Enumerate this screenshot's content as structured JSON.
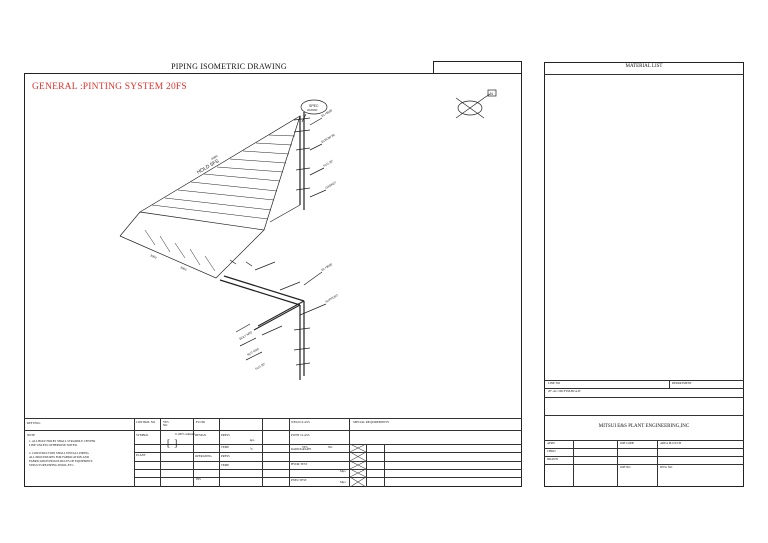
{
  "header": {
    "title": "PIPING ISOMETRIC DRAWING",
    "system_title": "GENERAL :PINTING SYSTEM 20FS"
  },
  "material_list": {
    "title": "MATERIAL LIST",
    "line_no_label": "LINE NO",
    "line_no_value": "20\"-AC-500-FTM-BCA-H",
    "department_label": "DEPARTMENT",
    "company": "MITSUI E&S PLANT ENGINEERING,INC",
    "appd_label": "APPD",
    "chkd_label": "CHKD",
    "drawn_label": "DRAWN",
    "job_code_label": "JOB CODE",
    "area_plot_label": "AREA PLOT/CB",
    "job_no_label": "JOB NO",
    "dwg_no_label": "DWG NO"
  },
  "title_block": {
    "ref_dwg": "REF DWG",
    "control_no": "CONTROL NO",
    "yes_no": "YES\nNO",
    "fluid": "FLUID",
    "weld_class": "WELD CLASS",
    "special_requirements": "SPECIAL REQUIREMENTS",
    "symbol": "SYMBOL",
    "design": "DESIGN",
    "press": "PRESS",
    "kpa": "kpa",
    "pwht_class": "PWHT CLASS",
    "temp": "TEMP",
    "deg_c": "°C",
    "radiograph": "RADIOGRAPH",
    "yes": "YES",
    "no": "NO",
    "percent_note": "0-100% sampler",
    "operating": "OPERATING",
    "hydr_test": "HYDR TEST",
    "mpa": "Mpa",
    "pneu_test": "PNEU TEST",
    "plant": "PLANT",
    "ins": "INS",
    "note_title": "NOTE",
    "notes": [
      "1.   ALL BOLT HOLES SHALL STRADDLE CENTER",
      "      LINE UNLESS OTHERWISE NOTED.",
      "2.   CONSTRUCTION SHALL INSTALL PIPING",
      "      ALL PROCEDURES FOR FABRICATION AND",
      "      FABRICATION HOLDS RULES OF EQUIPMENT,",
      "      STRUCTURE,PIPING SPOOL,ETC."
    ]
  },
  "drawing": {
    "spec_tag": "SPEC",
    "spec_tag_value": "20A500",
    "north_label": "N",
    "dim_labels": [
      "3000",
      "3000",
      "6000"
    ]
  }
}
